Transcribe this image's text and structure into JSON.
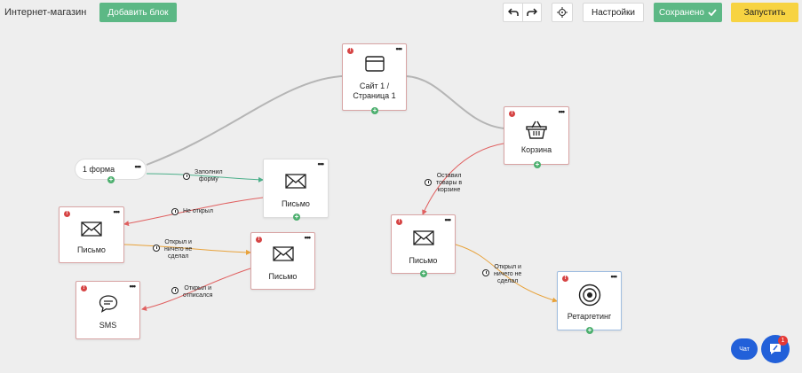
{
  "toolbar": {
    "title": "Интернет-магазин",
    "add_block_label": "Добавить блок",
    "undo_icon": "undo-icon",
    "redo_icon": "redo-icon",
    "target_icon": "crosshair-icon",
    "settings_label": "Настройки",
    "saved_label": "Сохранено",
    "saved_icon": "check-icon",
    "run_label": "Запустить"
  },
  "nodes": {
    "form": {
      "label": "1 форма"
    },
    "site": {
      "label": "Сайт 1 /\nСтраница 1",
      "icon": "browser-window-icon"
    },
    "cart": {
      "label": "Корзина",
      "icon": "basket-icon"
    },
    "letter1": {
      "label": "Письмо",
      "icon": "envelope-icon"
    },
    "letter2": {
      "label": "Письмо",
      "icon": "envelope-icon"
    },
    "letter3": {
      "label": "Письмо",
      "icon": "envelope-icon"
    },
    "letter4": {
      "label": "Письмо",
      "icon": "envelope-icon"
    },
    "sms": {
      "label": "SMS",
      "icon": "chat-bubble-icon"
    },
    "retarget": {
      "label": "Ретаргетинг",
      "icon": "target-icon"
    }
  },
  "conditions": {
    "filled_form": "Заполнил\nформу",
    "not_opened": "Не открыл",
    "opened_nothing_1": "Открыл и\nничего не\nсделал",
    "opened_unsubscribed": "Открыл и\nотписался",
    "left_in_cart": "Оставил\nтовары в\nкорзине",
    "opened_nothing_2": "Открыл и\nничего не\nсделал"
  },
  "widgets": {
    "chat_label": "Чат",
    "help_badge": "1"
  },
  "colors": {
    "add_button": "#5cb885",
    "saved_button": "#5cb885",
    "run_button": "#f7d342",
    "edge_default": "#b5b5b5",
    "edge_green": "#4caf8a",
    "edge_red": "#e06060",
    "edge_orange": "#e8a23a",
    "warning": "#d64545",
    "add_port": "#4caf6e"
  }
}
